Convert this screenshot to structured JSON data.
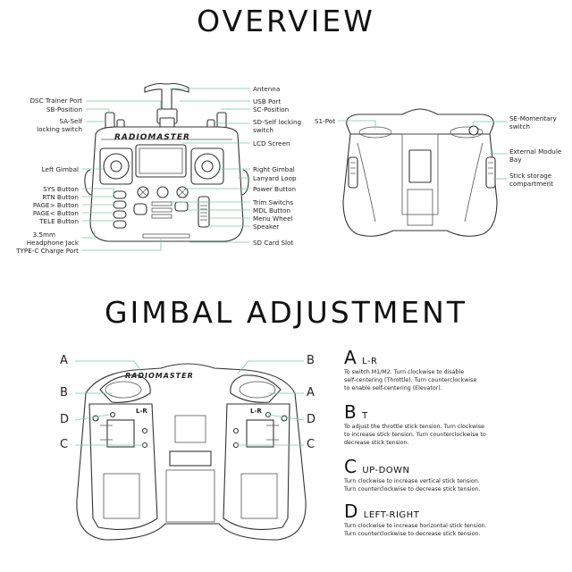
{
  "overview": {
    "title": "OVERVIEW",
    "brand": "RADIOMASTER",
    "left_labels": [
      "DSC Trainer Port",
      "SB-Position",
      "SA-Self",
      "locking switch",
      "Left Gimbal",
      "SYS Button",
      "RTN Button",
      "PAGE> Button",
      "PAGE< Button",
      "TELE Button",
      "3.5mm",
      "Headphone Jack",
      "TYPE-C Charge Port"
    ],
    "right_labels": [
      "Antenna",
      "USB Port",
      "SC-Position",
      "SD-Self locking",
      "switch",
      "LCD Screen",
      "Right Gimbal",
      "Lanyard Loop",
      "Power Button",
      "Trim Switchs",
      "MDL Button",
      "Menu Wheel",
      "Speaker",
      "SD Card Slot"
    ],
    "back_labels": {
      "s1": "S1-Pot",
      "se": [
        "SE-Momentary",
        "switch"
      ],
      "ext": [
        "External Module",
        "Bay"
      ],
      "stick": [
        "Stick storage",
        "compartment"
      ]
    }
  },
  "gimbal": {
    "title": "GIMBAL ADJUSTMENT",
    "brand": "RADIOMASTER",
    "left_letters": [
      "A",
      "B",
      "D",
      "C"
    ],
    "right_letters": [
      "B",
      "A",
      "D",
      "C"
    ],
    "inner_marks": [
      "L-R",
      "L-R"
    ],
    "items": [
      {
        "letter": "A",
        "name": "L-R",
        "text": [
          "To switch M1/M2. Turn clockwise to disable",
          "self-centering (Throttle). Turn counterclockwise",
          "to enable self-centering (Elevator)."
        ]
      },
      {
        "letter": "B",
        "name": "T",
        "text": [
          "To adjust the throttle stick tension. Turn clockwise",
          "to increase stick tension. Turn counterclockwise to",
          "decrease stick tension."
        ]
      },
      {
        "letter": "C",
        "name": "UP-DOWN",
        "text": [
          "Turn clockwise to increase vertical stick tension.",
          "Turn counterclockwise to decrease stick tension."
        ]
      },
      {
        "letter": "D",
        "name": "LEFT-RIGHT",
        "text": [
          "Turn clockwise to increase horizontal stick tension.",
          "Turn counterclockwise to decrease stick tension."
        ]
      }
    ]
  }
}
